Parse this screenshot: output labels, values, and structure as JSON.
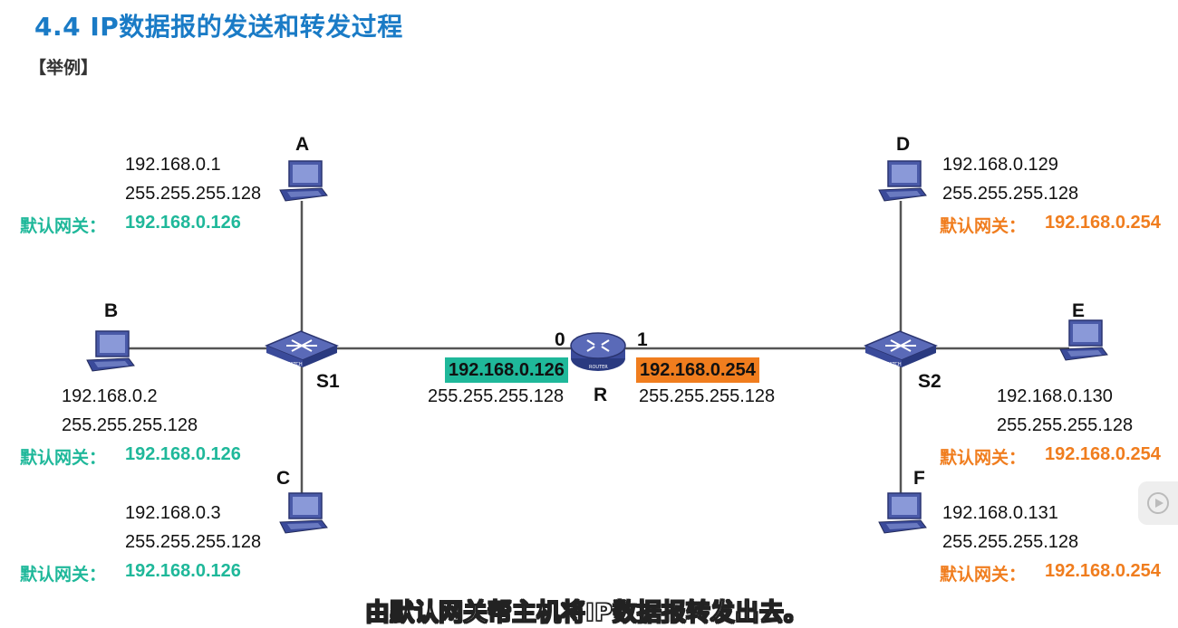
{
  "header": {
    "title": "4.4  IP数据报的发送和转发过程",
    "subtitle": "【举例】"
  },
  "colors": {
    "title": "#1a7bc6",
    "left_network": "#1fb89a",
    "right_network": "#f07d1e",
    "device": "#3a4a9a"
  },
  "hosts": {
    "A": {
      "name": "A",
      "ip": "192.168.0.1",
      "mask": "255.255.255.128",
      "gw_label": "默认网关：",
      "gw": "192.168.0.126"
    },
    "B": {
      "name": "B",
      "ip": "192.168.0.2",
      "mask": "255.255.255.128",
      "gw_label": "默认网关：",
      "gw": "192.168.0.126"
    },
    "C": {
      "name": "C",
      "ip": "192.168.0.3",
      "mask": "255.255.255.128",
      "gw_label": "默认网关：",
      "gw": "192.168.0.126"
    },
    "D": {
      "name": "D",
      "ip": "192.168.0.129",
      "mask": "255.255.255.128",
      "gw_label": "默认网关：",
      "gw": "192.168.0.254"
    },
    "E": {
      "name": "E",
      "ip": "192.168.0.130",
      "mask": "255.255.255.128",
      "gw_label": "默认网关：",
      "gw": "192.168.0.254"
    },
    "F": {
      "name": "F",
      "ip": "192.168.0.131",
      "mask": "255.255.255.128",
      "gw_label": "默认网关：",
      "gw": "192.168.0.254"
    }
  },
  "switches": {
    "S1": {
      "name": "S1",
      "device_text": "SWITCH"
    },
    "S2": {
      "name": "S2",
      "device_text": "SWITCH"
    }
  },
  "router": {
    "name": "R",
    "device_text": "ROUTER",
    "iface0": {
      "num": "0",
      "ip": "192.168.0.126",
      "mask": "255.255.255.128"
    },
    "iface1": {
      "num": "1",
      "ip": "192.168.0.254",
      "mask": "255.255.255.128"
    }
  },
  "caption": "由默认网关帮主机将IP数据报转发出去。"
}
